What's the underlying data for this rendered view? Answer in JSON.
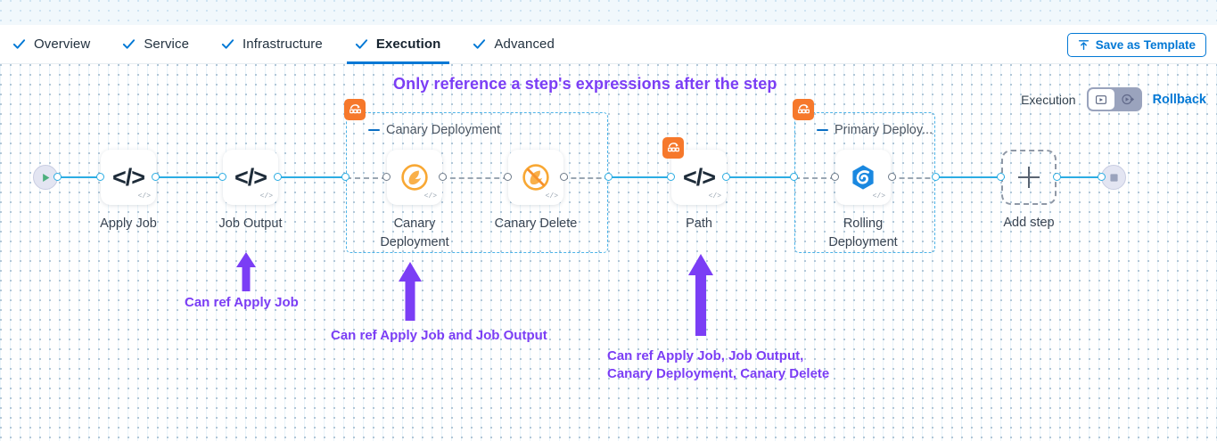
{
  "tabs": [
    {
      "label": "Overview",
      "icon": "check-icon",
      "active": false
    },
    {
      "label": "Service",
      "icon": "check-icon",
      "active": false
    },
    {
      "label": "Infrastructure",
      "icon": "check-icon",
      "active": false
    },
    {
      "label": "Execution",
      "icon": "check-icon",
      "active": true
    },
    {
      "label": "Advanced",
      "icon": "check-icon",
      "active": false
    }
  ],
  "toolbar": {
    "save_template_label": "Save as Template",
    "save_template_icon": "upload-template-icon"
  },
  "headline": "Only reference a step's expressions after the step",
  "exec_controls": {
    "label": "Execution",
    "toggle_left_icon": "execution-view-icon",
    "toggle_right_icon": "rollback-view-icon",
    "toggle_selected": "execution",
    "rollback_label": "Rollback"
  },
  "pipeline": {
    "start_icon": "play-icon",
    "end_icon": "stop-icon",
    "add_step_label": "Add step",
    "add_step_icon": "plus-icon",
    "nodes": [
      {
        "id": "apply-job",
        "label": "Apply Job",
        "icon": "code-icon",
        "corner_icon": "code-badge-icon"
      },
      {
        "id": "job-output",
        "label": "Job Output",
        "icon": "code-icon",
        "corner_icon": "code-badge-icon"
      },
      {
        "id": "canary-deployment",
        "label": "Canary\nDeployment",
        "icon": "canary-bird-icon",
        "corner_icon": "code-badge-icon"
      },
      {
        "id": "canary-delete",
        "label": "Canary Delete",
        "icon": "canary-delete-icon",
        "corner_icon": "code-badge-icon"
      },
      {
        "id": "path",
        "label": "Path",
        "icon": "code-icon",
        "corner_icon": "code-badge-icon",
        "badge_icon": "step-group-icon"
      },
      {
        "id": "rolling-deployment",
        "label": "Rolling\nDeployment",
        "icon": "rolling-deployment-icon",
        "corner_icon": "code-badge-icon"
      }
    ],
    "groups": [
      {
        "id": "canary-deployment-group",
        "title": "Canary Deployment",
        "badge_icon": "step-group-icon",
        "collapse_icon": "minus-icon"
      },
      {
        "id": "primary-deployment-group",
        "title": "Primary Deploy...",
        "badge_icon": "step-group-icon",
        "collapse_icon": "minus-icon"
      }
    ]
  },
  "annotations": [
    {
      "id": "anno-1",
      "text": "Can ref Apply Job"
    },
    {
      "id": "anno-2",
      "text": "Can ref Apply Job and Job Output"
    },
    {
      "id": "anno-3",
      "text": "Can ref Apply Job, Job Output,\nCanary Deployment, Canary Delete"
    }
  ],
  "colors": {
    "accent_blue": "#0278d5",
    "connector_blue": "#2cade3",
    "annotation_purple": "#7b3ef5",
    "group_border": "#4bb3e8",
    "badge_orange": "#f6782b"
  }
}
